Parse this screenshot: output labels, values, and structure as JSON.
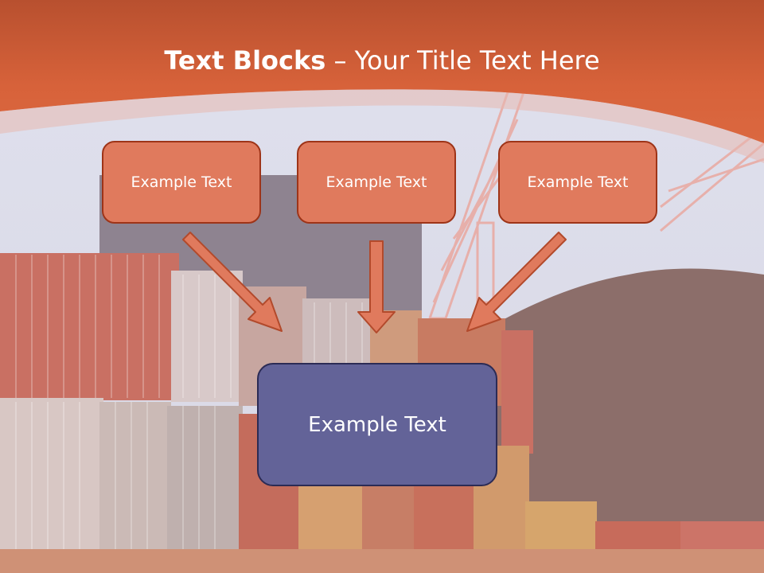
{
  "slide": {
    "title_bold": "Text Blocks",
    "title_rest": " – Your Title Text Here",
    "box1_text": "Example Text",
    "box2_text": "Example Text",
    "box3_text": "Example Text",
    "target_text": "Example Text"
  },
  "colors": {
    "header": "#d7623a",
    "small_box_fill": "#e07a5d",
    "small_box_border": "#9e3418",
    "big_box_fill": "#636398",
    "big_box_border": "#2b2b55",
    "arrow_fill": "#e07a5d",
    "arrow_stroke": "#b24a2c"
  },
  "background": {
    "subject": "container-port-photo"
  }
}
